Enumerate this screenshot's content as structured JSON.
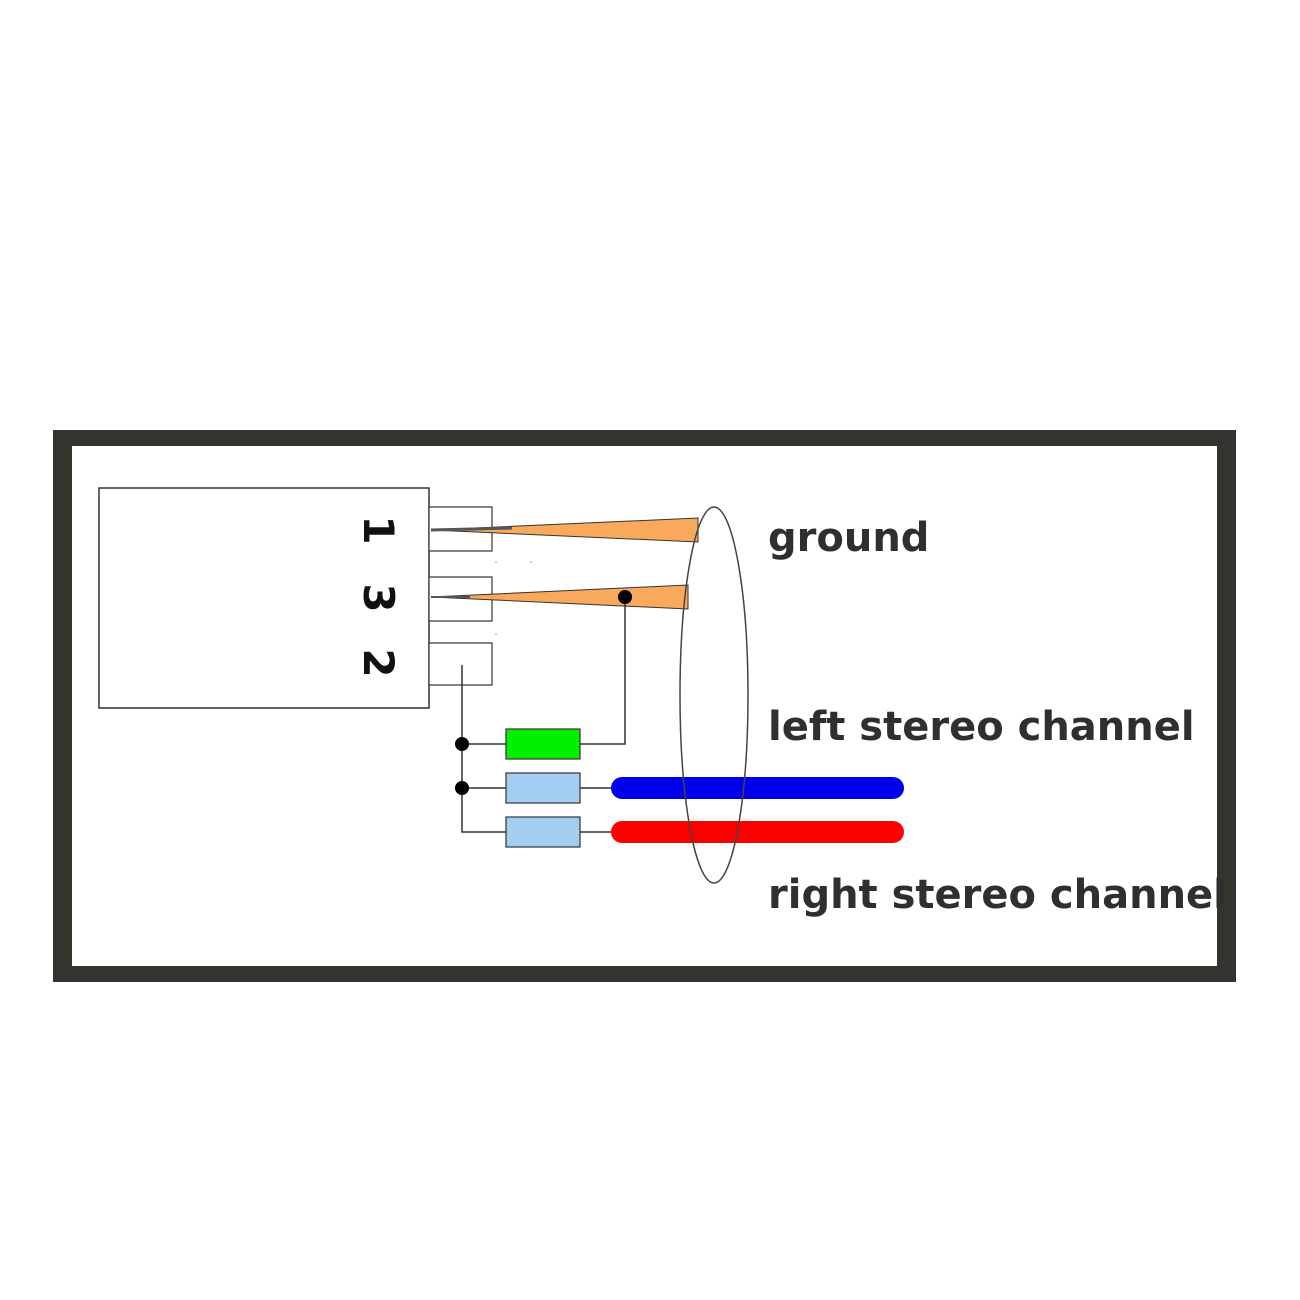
{
  "pins": [
    {
      "number": "1"
    },
    {
      "number": "3"
    },
    {
      "number": "2"
    }
  ],
  "labels": {
    "ground": "ground",
    "left": "left stereo channel",
    "right": "right stereo channel"
  },
  "colors": {
    "frame": "#34332e",
    "probe": "#f9a95b",
    "resistor_green": "#00f000",
    "resistor_blue": "#a4cdf2",
    "wire_left": "#0000ee",
    "wire_right": "#ff0000"
  }
}
